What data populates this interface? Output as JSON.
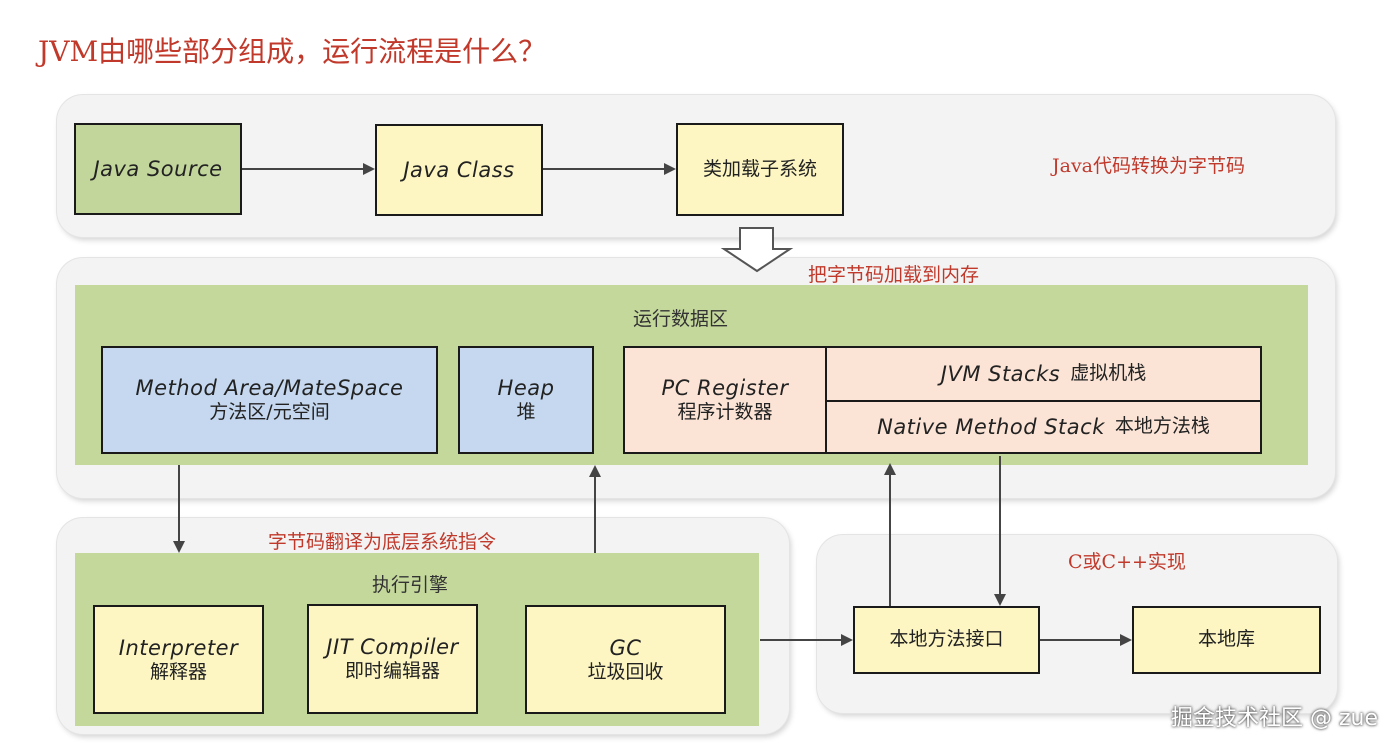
{
  "title": "JVM由哪些部分组成，运行流程是什么？",
  "top": {
    "java_source": "Java Source",
    "java_class": "Java Class",
    "class_loader": "类加载子系统",
    "note": "Java代码转换为字节码"
  },
  "load_note": "把字节码加载到内存",
  "runtime": {
    "title": "运行数据区",
    "method_area_en": "Method Area/MateSpace",
    "method_area_zh": "方法区/元空间",
    "heap_en": "Heap",
    "heap_zh": "堆",
    "pc_en": "PC Register",
    "pc_zh": "程序计数器",
    "jvm_stacks_en": "JVM Stacks",
    "jvm_stacks_zh": "虚拟机栈",
    "native_stack_en": "Native Method Stack",
    "native_stack_zh": "本地方法栈"
  },
  "engine": {
    "note": "字节码翻译为底层系统指令",
    "title": "执行引擎",
    "interpreter_en": "Interpreter",
    "interpreter_zh": "解释器",
    "jit_en": "JIT Compiler",
    "jit_zh": "即时编辑器",
    "gc_en": "GC",
    "gc_zh": "垃圾回收"
  },
  "native": {
    "note": "C或C++实现",
    "interface": "本地方法接口",
    "library": "本地库"
  },
  "watermark": "掘金技术社区 @ zue",
  "colors": {
    "title_red": "#c0392b",
    "yellow_box": "#fdf6c3",
    "green_box": "#c2d69b",
    "blue_box": "#c5d8ef",
    "peach_box": "#fbe4d6",
    "green_zone": "#c5d89c"
  }
}
